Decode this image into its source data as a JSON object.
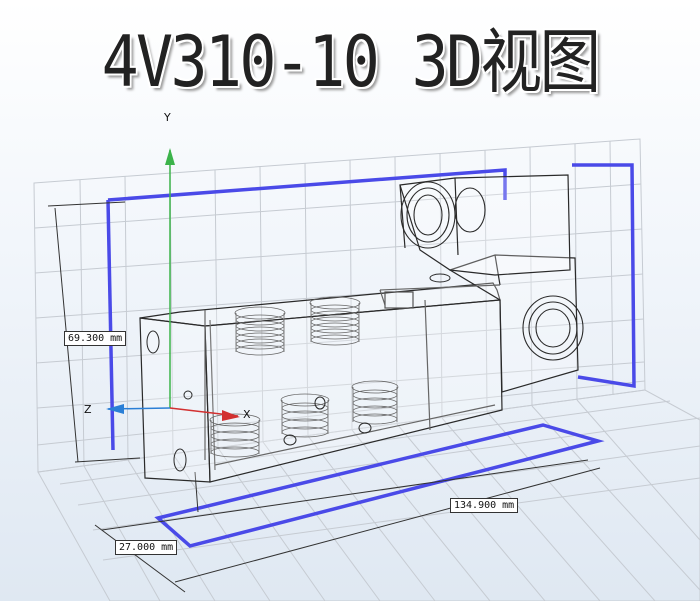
{
  "title": "4V310-10 3D视图",
  "axes": {
    "y": "Y",
    "z": "Z",
    "x": "X"
  },
  "dimensions": {
    "height": "69.300 mm",
    "length": "134.900 mm",
    "depth": "27.000 mm"
  },
  "colors": {
    "grid": "#c9ced4",
    "model_line": "#2a2a2a",
    "highlight": "#4a4ae8",
    "y_axis": "#3cb34a",
    "z_axis": "#2a7fd6",
    "x_axis": "#d23030"
  }
}
